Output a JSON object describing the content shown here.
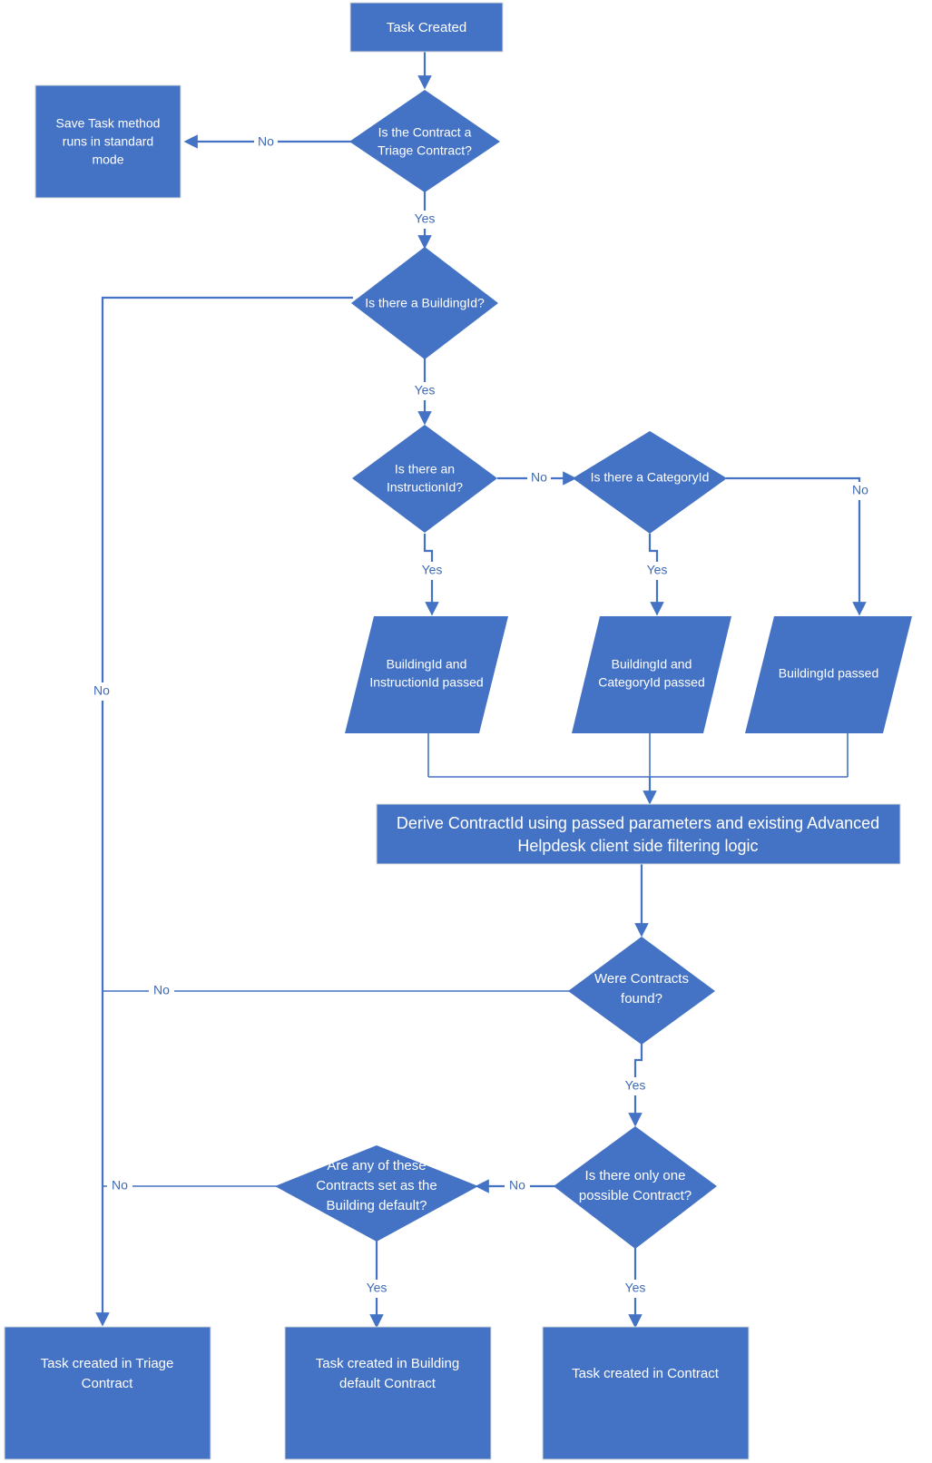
{
  "diagram": {
    "title": "Task Creation Contract Resolution Flowchart",
    "colors": {
      "node_fill": "#4472C4",
      "node_text": "#FFFFFF",
      "connector": "#4472C4",
      "edge_label_text": "#3E6BB5",
      "background": "#FFFFFF",
      "node_border": "#D9D9D9"
    },
    "nodes": [
      {
        "id": "task-created",
        "shape": "rectangle",
        "label": "Task Created"
      },
      {
        "id": "is-triage-contract",
        "shape": "diamond",
        "label": "Is the Contract a Triage Contract?"
      },
      {
        "id": "save-task-standard",
        "shape": "rectangle",
        "label": "Save Task method runs in standard mode"
      },
      {
        "id": "is-buildingid",
        "shape": "diamond",
        "label": "Is there a BuildingId?"
      },
      {
        "id": "is-instructionid",
        "shape": "diamond",
        "label": "Is there an InstructionId?"
      },
      {
        "id": "is-categoryid",
        "shape": "diamond",
        "label": "Is there a CategoryId"
      },
      {
        "id": "building-instruction-passed",
        "shape": "parallelogram",
        "label": "BuildingId and InstructionId passed"
      },
      {
        "id": "building-category-passed",
        "shape": "parallelogram",
        "label": "BuildingId and CategoryId passed"
      },
      {
        "id": "building-passed",
        "shape": "parallelogram",
        "label": "BuildingId passed"
      },
      {
        "id": "derive-contractid",
        "shape": "rectangle",
        "label": "Derive ContractId using passed parameters and existing Advanced Helpdesk client side filtering logic"
      },
      {
        "id": "were-contracts-found",
        "shape": "diamond",
        "label": "Were Contracts found?"
      },
      {
        "id": "only-one-contract",
        "shape": "diamond",
        "label": "Is there only one possible Contract?"
      },
      {
        "id": "building-default",
        "shape": "diamond",
        "label": "Are any of these Contracts set as the Building default?"
      },
      {
        "id": "task-in-triage",
        "shape": "rectangle",
        "label": "Task created in Triage Contract"
      },
      {
        "id": "task-in-building-default",
        "shape": "rectangle",
        "label": "Task created in Building default Contract"
      },
      {
        "id": "task-in-contract",
        "shape": "rectangle",
        "label": "Task created in Contract"
      }
    ],
    "node_labels": {
      "task_created": "Task Created",
      "is_triage_contract_l1": "Is the Contract a",
      "is_triage_contract_l2": "Triage Contract?",
      "save_task_l1": "Save Task method",
      "save_task_l2": "runs in standard",
      "save_task_l3": "mode",
      "is_buildingid": "Is there a BuildingId?",
      "is_instructionid_l1": "Is there an",
      "is_instructionid_l2": "InstructionId?",
      "is_categoryid": "Is there a CategoryId",
      "building_instruction_l1": "BuildingId and",
      "building_instruction_l2": "InstructionId passed",
      "building_category_l1": "BuildingId and",
      "building_category_l2": "CategoryId passed",
      "building_passed": "BuildingId passed",
      "derive_l1": "Derive ContractId using passed parameters and existing Advanced",
      "derive_l2": "Helpdesk client side filtering logic",
      "were_found_l1": "Were Contracts",
      "were_found_l2": "found?",
      "only_one_l1": "Is there only one",
      "only_one_l2": "possible Contract?",
      "building_default_l1": "Are any of these",
      "building_default_l2": "Contracts set as the",
      "building_default_l3": "Building default?",
      "task_triage_l1": "Task created in Triage",
      "task_triage_l2": "Contract",
      "task_building_default_l1": "Task created in Building",
      "task_building_default_l2": "default Contract",
      "task_contract": "Task created in Contract"
    },
    "edges": [
      {
        "id": "e-task-to-triage",
        "from": "task-created",
        "to": "is-triage-contract",
        "label": ""
      },
      {
        "id": "e-triage-no",
        "from": "is-triage-contract",
        "to": "save-task-standard",
        "label": "No"
      },
      {
        "id": "e-triage-yes",
        "from": "is-triage-contract",
        "to": "is-buildingid",
        "label": "Yes"
      },
      {
        "id": "e-buildingid-no",
        "from": "is-buildingid",
        "to": "task-in-triage",
        "label": "No"
      },
      {
        "id": "e-buildingid-yes",
        "from": "is-buildingid",
        "to": "is-instructionid",
        "label": "Yes"
      },
      {
        "id": "e-instructionid-no",
        "from": "is-instructionid",
        "to": "is-categoryid",
        "label": "No"
      },
      {
        "id": "e-instructionid-yes",
        "from": "is-instructionid",
        "to": "building-instruction-passed",
        "label": "Yes"
      },
      {
        "id": "e-categoryid-no",
        "from": "is-categoryid",
        "to": "building-passed",
        "label": "No"
      },
      {
        "id": "e-categoryid-yes",
        "from": "is-categoryid",
        "to": "building-category-passed",
        "label": "Yes"
      },
      {
        "id": "e-merge-to-derive",
        "from": "parallelograms",
        "to": "derive-contractid",
        "label": ""
      },
      {
        "id": "e-derive-to-found",
        "from": "derive-contractid",
        "to": "were-contracts-found",
        "label": ""
      },
      {
        "id": "e-found-no",
        "from": "were-contracts-found",
        "to": "task-in-triage",
        "label": "No"
      },
      {
        "id": "e-found-yes",
        "from": "were-contracts-found",
        "to": "only-one-contract",
        "label": "Yes"
      },
      {
        "id": "e-onlyone-no",
        "from": "only-one-contract",
        "to": "building-default",
        "label": "No"
      },
      {
        "id": "e-onlyone-yes",
        "from": "only-one-contract",
        "to": "task-in-contract",
        "label": "Yes"
      },
      {
        "id": "e-default-no",
        "from": "building-default",
        "to": "task-in-triage",
        "label": "No"
      },
      {
        "id": "e-default-yes",
        "from": "building-default",
        "to": "task-in-building-default",
        "label": "Yes"
      }
    ],
    "edge_labels": {
      "triage_no": "No",
      "triage_yes": "Yes",
      "buildingid_yes": "Yes",
      "buildingid_no": "No",
      "instructionid_no": "No",
      "instructionid_yes": "Yes",
      "categoryid_yes": "Yes",
      "categoryid_no": "No",
      "found_no": "No",
      "found_yes": "Yes",
      "onlyone_no": "No",
      "onlyone_yes": "Yes",
      "default_no": "No",
      "default_yes": "Yes"
    }
  }
}
